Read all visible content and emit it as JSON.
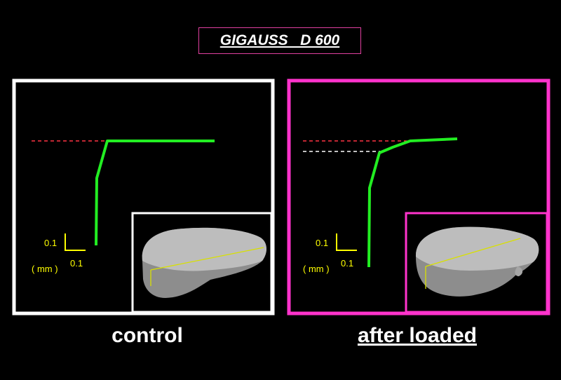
{
  "title": "GIGAUSS   D 600",
  "panels": [
    {
      "caption": "control",
      "frame_color": "#ffffff",
      "scale": {
        "y_label": "0.1",
        "x_label": "0.1",
        "unit": "( mm )"
      }
    },
    {
      "caption": "after loaded",
      "frame_color": "#ff33cc",
      "scale": {
        "y_label": "0.1",
        "x_label": "0.1",
        "unit": "( mm )"
      }
    }
  ],
  "colors": {
    "profile": "#22ee22",
    "reference_dash": "#ff3344",
    "shift_dash": "#ffffff",
    "scale_bar": "#ffff00"
  }
}
